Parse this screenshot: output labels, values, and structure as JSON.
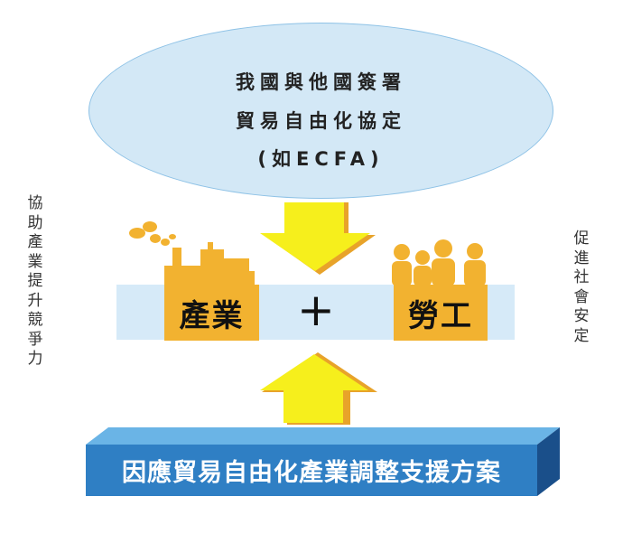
{
  "oval": {
    "line1": "我國與他國簽署",
    "line2": "貿易自由化協定",
    "line3": "(如ECFA)"
  },
  "side_left": "協助產業提升競爭力",
  "side_right": "促進社會安定",
  "center": {
    "industry": "產業",
    "plus": "+",
    "labor": "勞工"
  },
  "banner": "因應貿易自由化產業調整支援方案",
  "colors": {
    "oval_fill": "#d3e8f6",
    "band_fill": "#d6eaf8",
    "orange": "#f2b230",
    "arrow_yellow": "#f6ef1c",
    "banner_blue": "#2f7fc4"
  }
}
